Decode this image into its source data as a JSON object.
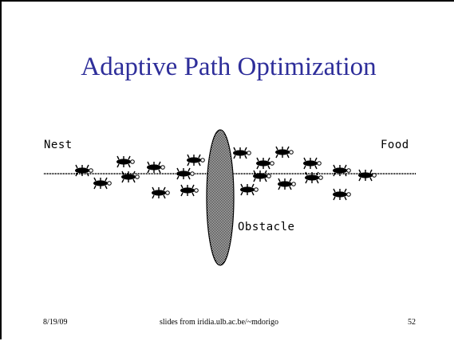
{
  "slide": {
    "title": "Adaptive Path Optimization",
    "footer": {
      "date": "8/19/09",
      "source": "slides from iridia.ulb.ac.be/~mdorigo",
      "page": "52"
    }
  },
  "diagram": {
    "labels": {
      "nest": "Nest",
      "food": "Food",
      "obstacle": "Obstacle"
    },
    "ant_count": 20
  },
  "colors": {
    "title": "#2e2e9a",
    "obstacle_fill": "#8a8a8a",
    "ant": "#000000"
  }
}
